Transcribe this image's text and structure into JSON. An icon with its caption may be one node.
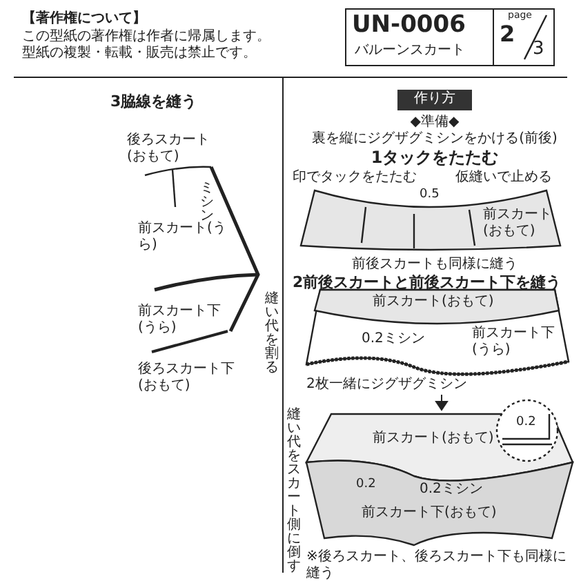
{
  "diagram": {
    "nodes": [
      {
        "text": [
          "UN-0006",
          "バルーンスカート"
        ]
      },
      {
        "text": [
          "page",
          "2",
          "3"
        ]
      },
      {
        "text": [
          "作り方"
        ]
      }
    ],
    "labels": [
      "【著作権について】",
      "この型紙の著作権は作者に帰属します。型紙の複製・転載・販売は禁止です。",
      "3脇線を縫う",
      "後ろスカート(おもて)",
      "ミシン",
      "前スカート(うら)",
      "前スカート下(うら)",
      "縫い代を割る",
      "後ろスカート下(おもて)",
      "◆準備◆",
      "裏を縦にジグザグミシンをかける(前後)",
      "1タックをたたむ",
      "印でタックをたたむ",
      "0.5",
      "仮縫いで止める",
      "前スカート(おもて)",
      "前後スカートも同様に縫う",
      "2前後スカートと前後スカート下を縫う",
      "前スカート(おもて)",
      "前スカート下(うら)",
      "0.2ミシン",
      "2枚一緒にジグザグミシン",
      "0.2",
      "前スカート(おもて)",
      "0.2",
      "0.2ミシン",
      "前スカート下(おもて)",
      "縫い代をスカート側に倒す",
      "※後ろスカート、後ろスカート下も同様に縫う"
    ]
  }
}
